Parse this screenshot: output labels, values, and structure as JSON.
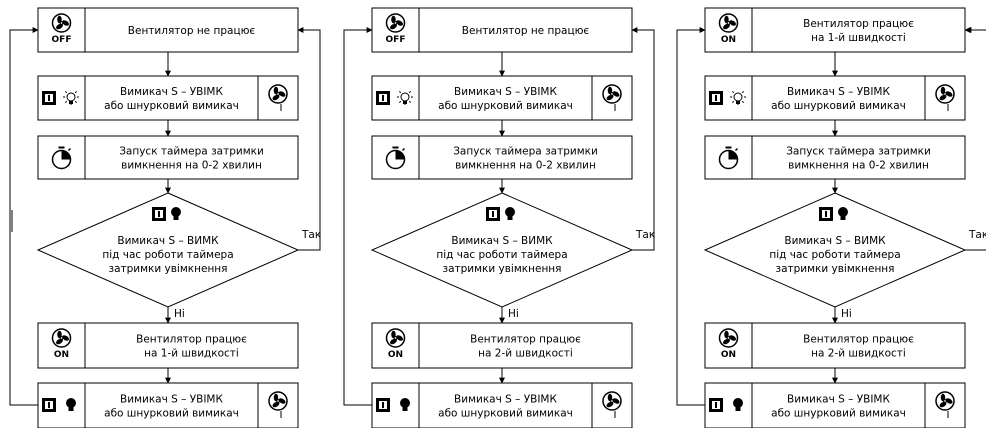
{
  "columns": [
    {
      "start_state": {
        "icon": "fan-off-icon",
        "icon_label": "OFF",
        "lines": [
          "Вентилятор не працює"
        ]
      },
      "switch_on_1": {
        "lines": [
          "Вимикач S – УВІМК",
          "або шнурковий вимикач"
        ]
      },
      "timer": {
        "lines": [
          "Запуск таймера затримки",
          "вимкнення на 0-2 хвилин"
        ]
      },
      "decision": {
        "lines": [
          "Вимикач S – ВИМК",
          "під час роботи таймера",
          "затримки увімкнення"
        ],
        "yes": "Так",
        "no": "Ні"
      },
      "run_state": {
        "icon": "fan-on-icon",
        "icon_label": "ON",
        "lines": [
          "Вентилятор працює",
          "на 1-й швидкості"
        ]
      },
      "switch_on_2": {
        "lines": [
          "Вимикач S – УВІМК",
          "або шнурковий вимикач"
        ]
      }
    },
    {
      "start_state": {
        "icon": "fan-off-icon",
        "icon_label": "OFF",
        "lines": [
          "Вентилятор не працює"
        ]
      },
      "switch_on_1": {
        "lines": [
          "Вимикач S – УВІМК",
          "або шнурковий вимикач"
        ]
      },
      "timer": {
        "lines": [
          "Запуск таймера затримки",
          "вимкнення на 0-2 хвилин"
        ]
      },
      "decision": {
        "lines": [
          "Вимикач S – ВИМК",
          "під час роботи таймера",
          "затримки увімкнення"
        ],
        "yes": "Так",
        "no": "Ні"
      },
      "run_state": {
        "icon": "fan-on-icon",
        "icon_label": "ON",
        "lines": [
          "Вентилятор працює",
          "на 2-й швидкості"
        ]
      },
      "switch_on_2": {
        "lines": [
          "Вимикач S – УВІМК",
          "або шнурковий вимикач"
        ]
      }
    },
    {
      "start_state": {
        "icon": "fan-on-icon",
        "icon_label": "ON",
        "lines": [
          "Вентилятор працює",
          "на 1-й швидкості"
        ]
      },
      "switch_on_1": {
        "lines": [
          "Вимикач S – УВІМК",
          "або шнурковий вимикач"
        ]
      },
      "timer": {
        "lines": [
          "Запуск таймера затримки",
          "вимкнення на 0-2 хвилин"
        ]
      },
      "decision": {
        "lines": [
          "Вимикач S – ВИМК",
          "під час роботи таймера",
          "затримки увімкнення"
        ],
        "yes": "Так",
        "no": "Ні"
      },
      "run_state": {
        "icon": "fan-on-icon",
        "icon_label": "ON",
        "lines": [
          "Вентилятор працює",
          "на 2-й швидкості"
        ]
      },
      "switch_on_2": {
        "lines": [
          "Вимикач S – УВІМК",
          "або шнурковий вимикач"
        ]
      }
    }
  ]
}
